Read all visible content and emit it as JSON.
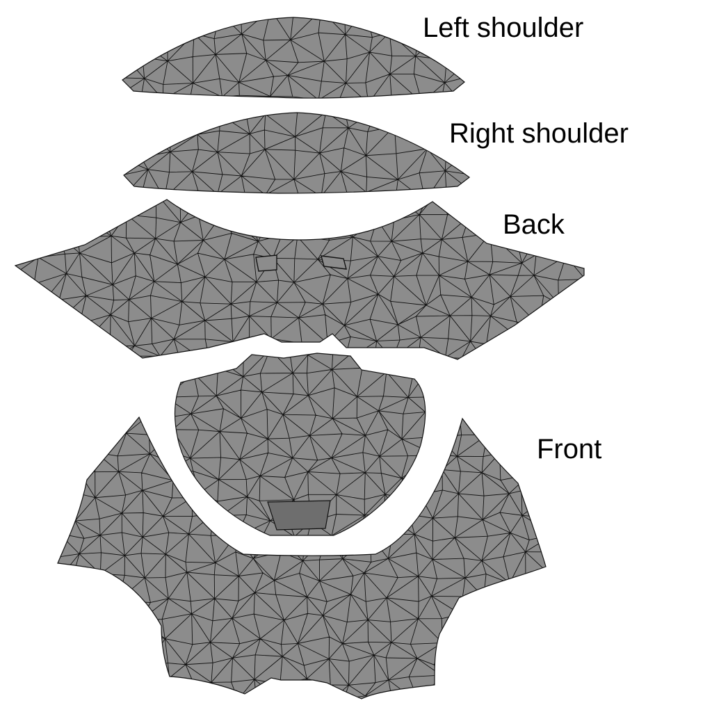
{
  "labels": {
    "left_shoulder": "Left shoulder",
    "right_shoulder": "Right shoulder",
    "back": "Back",
    "front": "Front"
  },
  "colors": {
    "panel_fill": "#8c8c8c",
    "mesh_line": "#111111",
    "hole_fill": "#6e6e6e",
    "background": "#ffffff"
  }
}
